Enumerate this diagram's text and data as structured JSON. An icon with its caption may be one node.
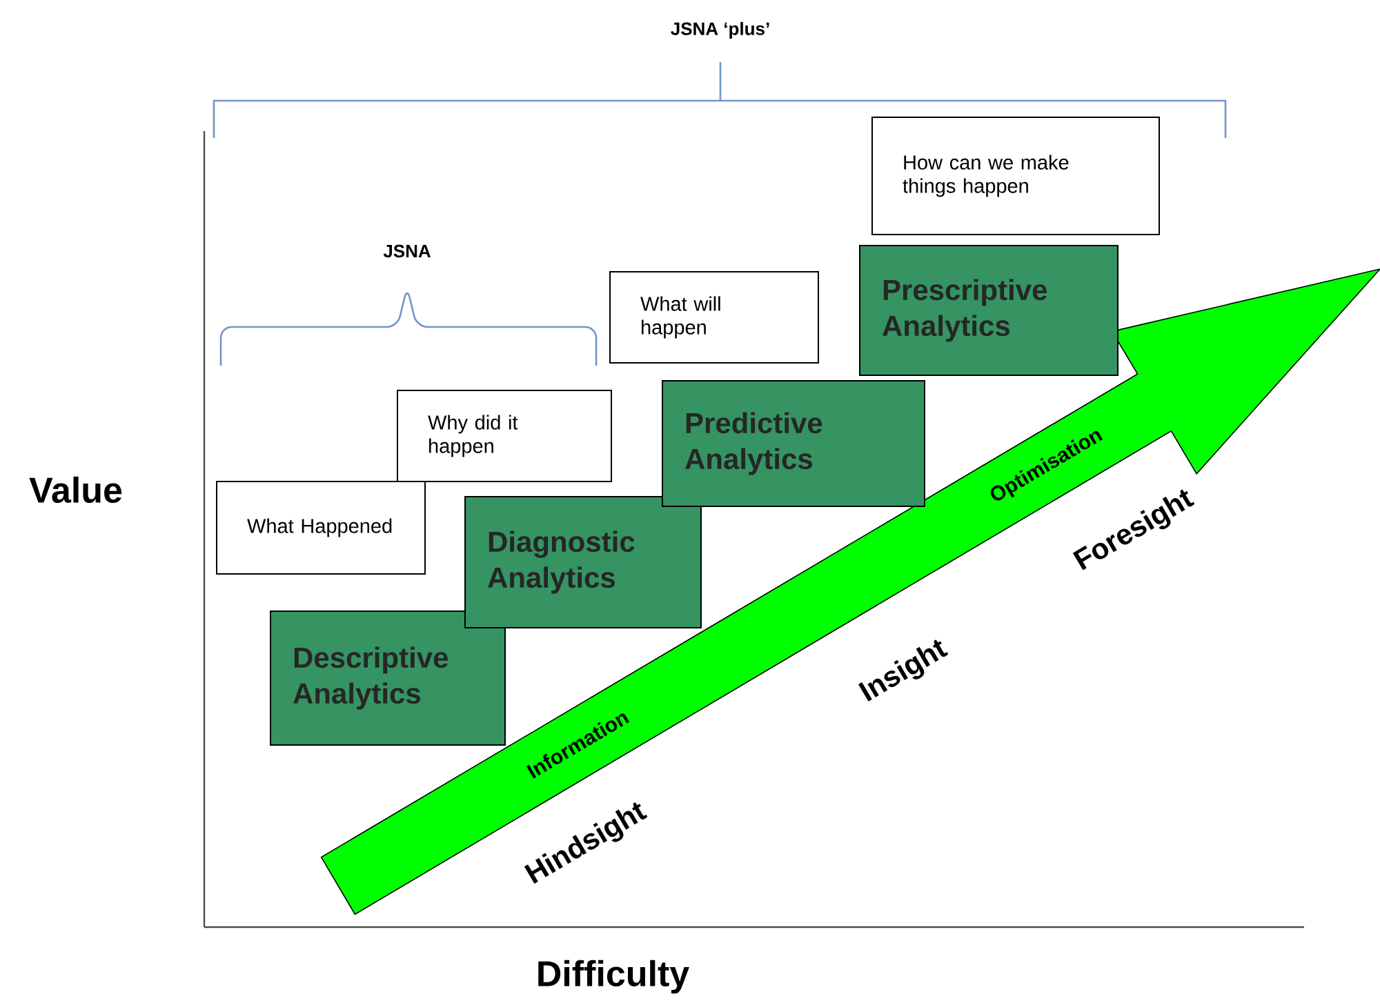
{
  "diagram": {
    "nodes": [
      {
        "text": [
          "What Happened"
        ]
      },
      {
        "text": [
          "Descriptive Analytics"
        ]
      },
      {
        "text": [
          "Why did it happen"
        ]
      },
      {
        "text": [
          "Diagnostic Analytics"
        ]
      },
      {
        "text": [
          "What will happen"
        ]
      },
      {
        "text": [
          "Predictive Analytics"
        ]
      },
      {
        "text": [
          "How can we make things happen"
        ]
      },
      {
        "text": [
          "Prescriptive Analytics"
        ]
      },
      {
        "text": [
          "Information",
          "Optimisation"
        ]
      }
    ],
    "labels": [
      "JSNA ‘plus’",
      "JSNA",
      "Value",
      "Hindsight",
      "Insight",
      "Foresight",
      "Difficulty"
    ]
  }
}
